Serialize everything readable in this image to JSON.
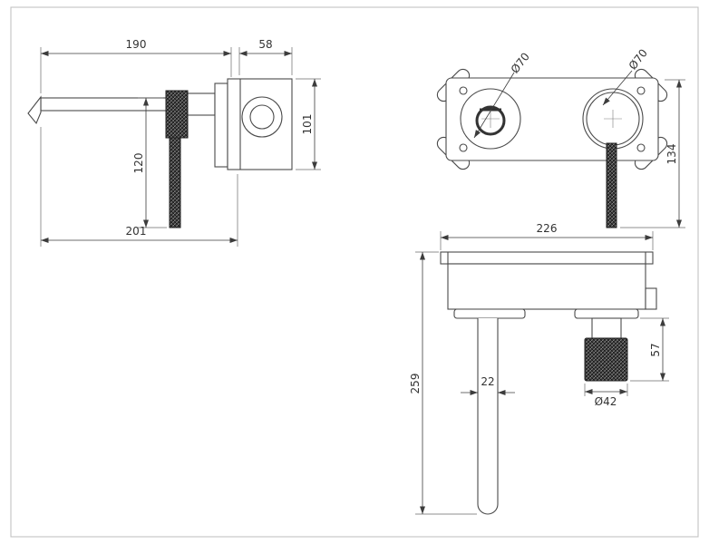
{
  "drawing": {
    "colors": {
      "background": "#ffffff",
      "line": "#4a4a4a",
      "dimension_text": "#333333",
      "knurl_dark": "#3b3b3b",
      "page_border": "#bdbdbd"
    },
    "views": {
      "side": {
        "spout_reach": "190",
        "body_depth": "58",
        "body_height": "101",
        "handle_drop": "120",
        "total_reach": "201"
      },
      "front": {
        "left_rosette_dia": "Ø70",
        "right_rosette_dia": "Ø70",
        "overall_height": "134"
      },
      "plan": {
        "body_width": "226",
        "handle_length": "57",
        "spout_tube_width": "22",
        "handle_dia": "Ø42",
        "overall_drop": "259"
      }
    }
  }
}
